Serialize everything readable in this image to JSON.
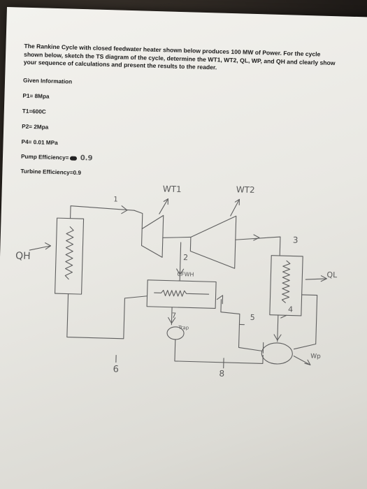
{
  "problem": {
    "statement": "The Rankine Cycle with closed feedwater heater shown below produces 100 MW of Power. For the cycle shown below, sketch the TS diagram of the cycle, determine the WT1, WT2, QL, WP, and QH and clearly show your sequence of calculations and present the results to the reader."
  },
  "given": {
    "heading": "Given Information",
    "items": [
      "P1= 8Mpa",
      "T1=600C",
      "P2= 2Mpa",
      "P4= 0.01 MPa"
    ],
    "pump_label": "Pump Efficiency=",
    "pump_value": "0.9",
    "turbine": "Turbine Efficiency=0.9"
  },
  "diagram": {
    "labels": {
      "wt1": "WT1",
      "wt2": "WT2",
      "qh": "QH",
      "ql": "QL",
      "wp": "Wp",
      "cfwh": "CFWH",
      "trap": "Trap",
      "s1": "1",
      "s2": "2",
      "s3": "3",
      "s4": "4",
      "s5": "5",
      "s6": "6",
      "s7": "7",
      "s8": "8"
    }
  },
  "colors": {
    "paper": "#eeede9",
    "ink": "#1c1c1c",
    "pencil": "#5a5a5a"
  }
}
